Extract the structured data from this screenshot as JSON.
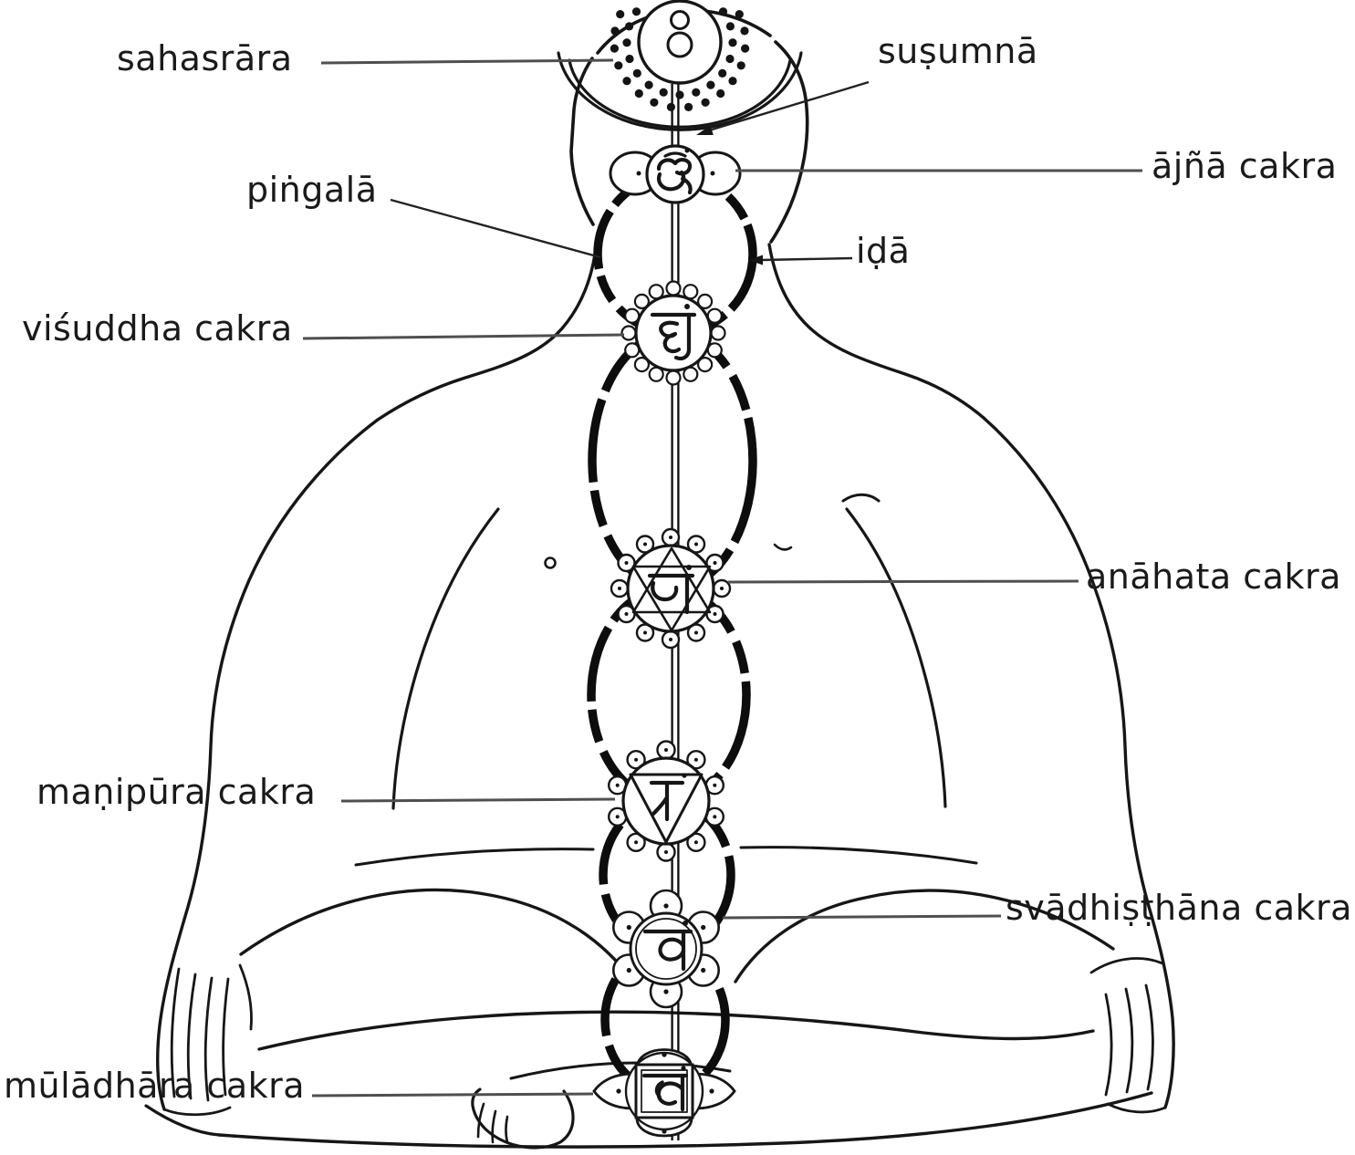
{
  "chakras": [
    {
      "id": "sahasrara",
      "label": "sahasrāra"
    },
    {
      "id": "ajna",
      "label": "ājñā cakra",
      "seed_syllable": "oṁ",
      "seed_syllable_devanagari": "ॐ"
    },
    {
      "id": "visuddha",
      "label": "viśuddha cakra",
      "seed_syllable": "haṁ",
      "seed_syllable_devanagari": "हं"
    },
    {
      "id": "anahata",
      "label": "anāhata cakra",
      "seed_syllable": "yaṁ",
      "seed_syllable_devanagari": "यं"
    },
    {
      "id": "manipura",
      "label": "maṇipūra cakra",
      "seed_syllable": "raṁ",
      "seed_syllable_devanagari": "रं"
    },
    {
      "id": "svadhisthana",
      "label": "svādhiṣṭhāna cakra",
      "seed_syllable": "vaṁ",
      "seed_syllable_devanagari": "वं"
    },
    {
      "id": "muladhara",
      "label": "mūlādhāra cakra",
      "seed_syllable": "laṁ",
      "seed_syllable_devanagari": "लं"
    }
  ],
  "nadis": [
    {
      "id": "susumna",
      "label": "suṣumnā"
    },
    {
      "id": "pingala",
      "label": "piṅgalā"
    },
    {
      "id": "ida",
      "label": "iḍā"
    }
  ],
  "colors": {
    "ink": "#141414",
    "background": "#ffffff",
    "leader_line": "#4f4f4f"
  }
}
